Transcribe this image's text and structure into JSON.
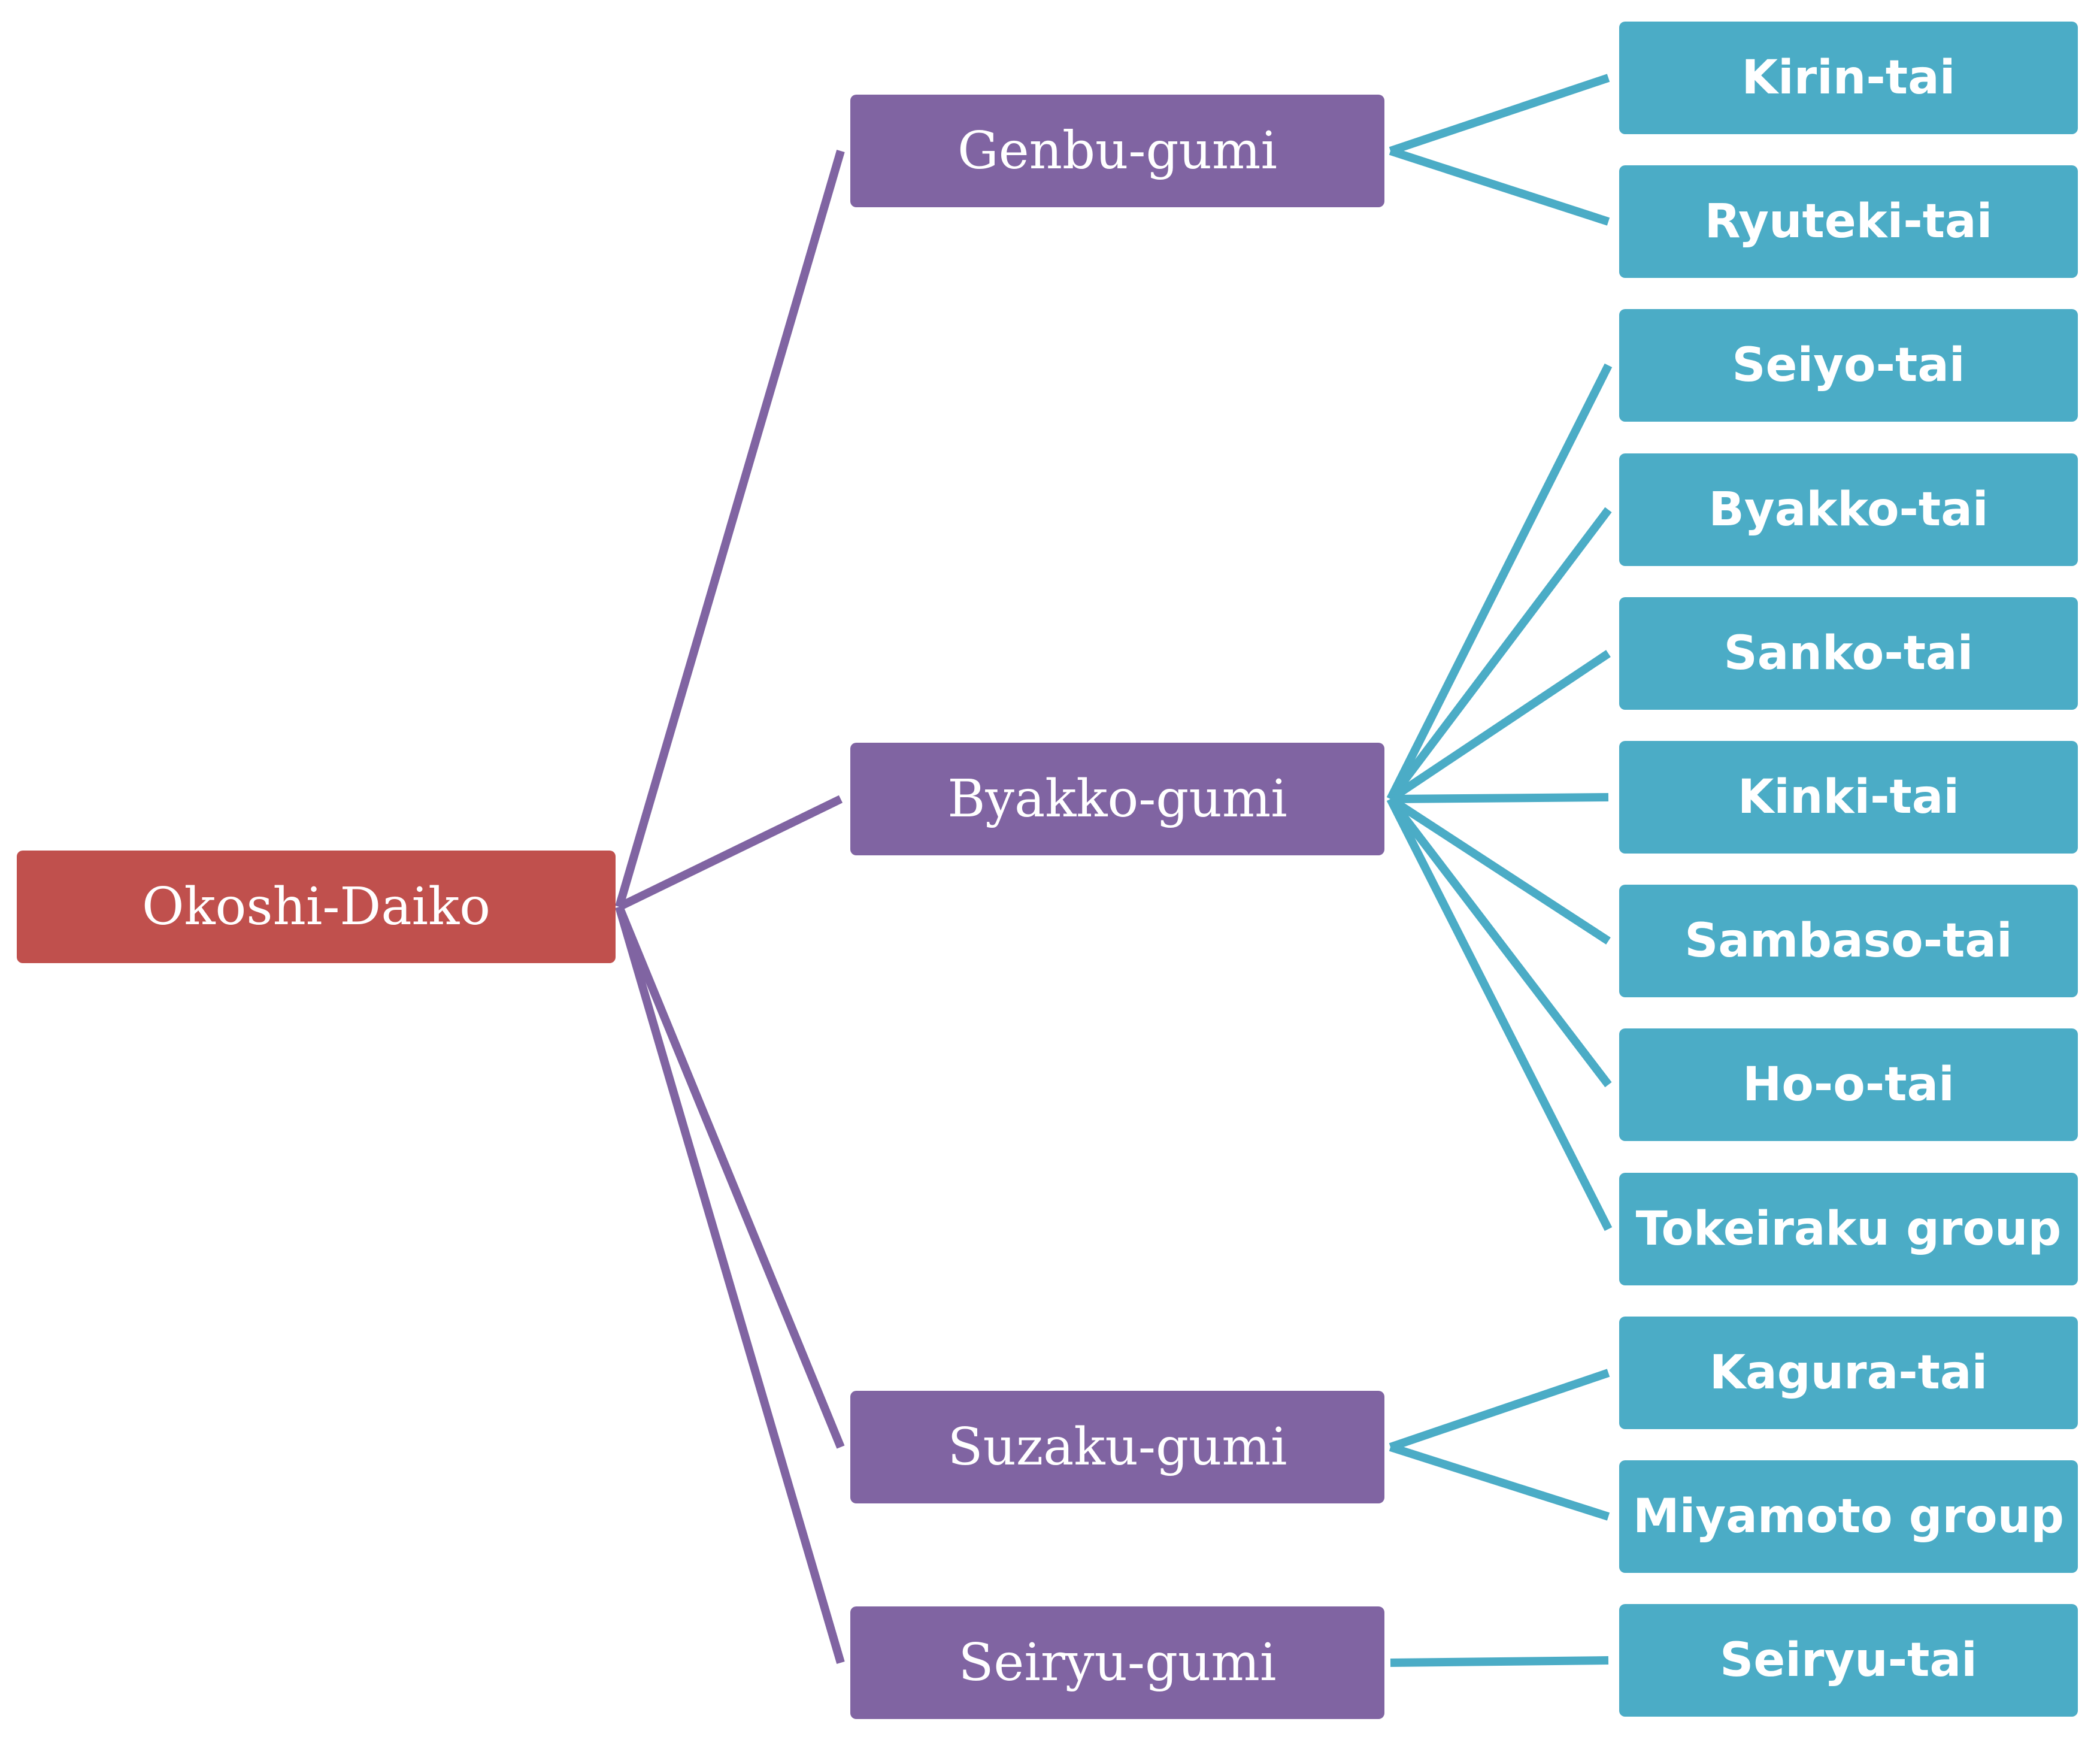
{
  "colors": {
    "root": "#C0504D",
    "group": "#8064A2",
    "team": "#4BACC6",
    "group_connector": "#8064A2",
    "team_connector": "#4BACC6"
  },
  "diagram": {
    "root": {
      "label": "Okoshi-Daiko",
      "children": [
        {
          "label": "Genbu-gumi",
          "children": [
            {
              "label": "Kirin-tai"
            },
            {
              "label": "Ryuteki-tai"
            }
          ]
        },
        {
          "label": "Byakko-gumi",
          "children": [
            {
              "label": "Seiyo-tai"
            },
            {
              "label": "Byakko-tai"
            },
            {
              "label": "Sanko-tai"
            },
            {
              "label": "Kinki-tai"
            },
            {
              "label": "Sambaso-tai"
            },
            {
              "label": "Ho-o-tai"
            },
            {
              "label": "Tokeiraku group"
            }
          ]
        },
        {
          "label": "Suzaku-gumi",
          "children": [
            {
              "label": "Kagura-tai"
            },
            {
              "label": "Miyamoto group"
            }
          ]
        },
        {
          "label": "Seiryu-gumi",
          "children": [
            {
              "label": "Seiryu-tai"
            }
          ]
        }
      ]
    }
  }
}
